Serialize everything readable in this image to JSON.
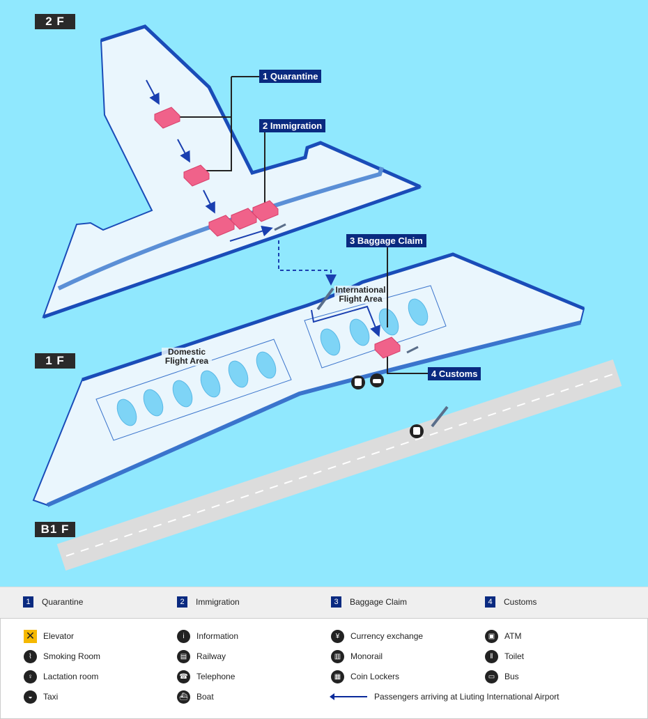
{
  "floors": {
    "f2": "2 F",
    "f1": "1 F",
    "b1": "B1 F"
  },
  "tags": {
    "quarantine": "1 Quarantine",
    "immigration": "2 Immigration",
    "baggage": "3  Baggage Claim",
    "customs": "4 Customs"
  },
  "areas": {
    "international": "International Flight Area",
    "domestic": "Domestic Flight Area"
  },
  "steps": [
    {
      "num": "1",
      "label": "Quarantine"
    },
    {
      "num": "2",
      "label": "Immigration"
    },
    {
      "num": "3",
      "label": "Baggage Claim"
    },
    {
      "num": "4",
      "label": "Customs"
    }
  ],
  "legend": [
    {
      "icon": "elevator-icon",
      "glyph": "✕",
      "label": "Elevator"
    },
    {
      "icon": "information-icon",
      "glyph": "i",
      "label": "Information"
    },
    {
      "icon": "currency-exchange-icon",
      "glyph": "¥",
      "label": "Currency exchange"
    },
    {
      "icon": "atm-icon",
      "glyph": "▣",
      "label": "ATM"
    },
    {
      "icon": "smoking-room-icon",
      "glyph": "⌇",
      "label": "Smoking Room"
    },
    {
      "icon": "railway-icon",
      "glyph": "▤",
      "label": "Railway"
    },
    {
      "icon": "monorail-icon",
      "glyph": "▥",
      "label": "Monorail"
    },
    {
      "icon": "toilet-icon",
      "glyph": "‖",
      "label": "Toilet"
    },
    {
      "icon": "lactation-room-icon",
      "glyph": "♀",
      "label": "Lactation room"
    },
    {
      "icon": "telephone-icon",
      "glyph": "☎",
      "label": "Telephone"
    },
    {
      "icon": "coin-lockers-icon",
      "glyph": "▦",
      "label": "Coin Lockers"
    },
    {
      "icon": "bus-icon",
      "glyph": "▭",
      "label": "Bus"
    },
    {
      "icon": "taxi-icon",
      "glyph": "◒",
      "label": "Taxi"
    },
    {
      "icon": "boat-icon",
      "glyph": "⛴",
      "label": "Boat"
    }
  ],
  "arrow_legend": "Passengers arriving at Liuting International Airport",
  "colors": {
    "sea": "#90e8fe",
    "floor": "#eaf6fd",
    "edge": "#1a4cb8",
    "navy": "#0a2a80",
    "booth": "#f0628a",
    "gate": "#7ed4f6",
    "runway": "#dcdcdc"
  }
}
